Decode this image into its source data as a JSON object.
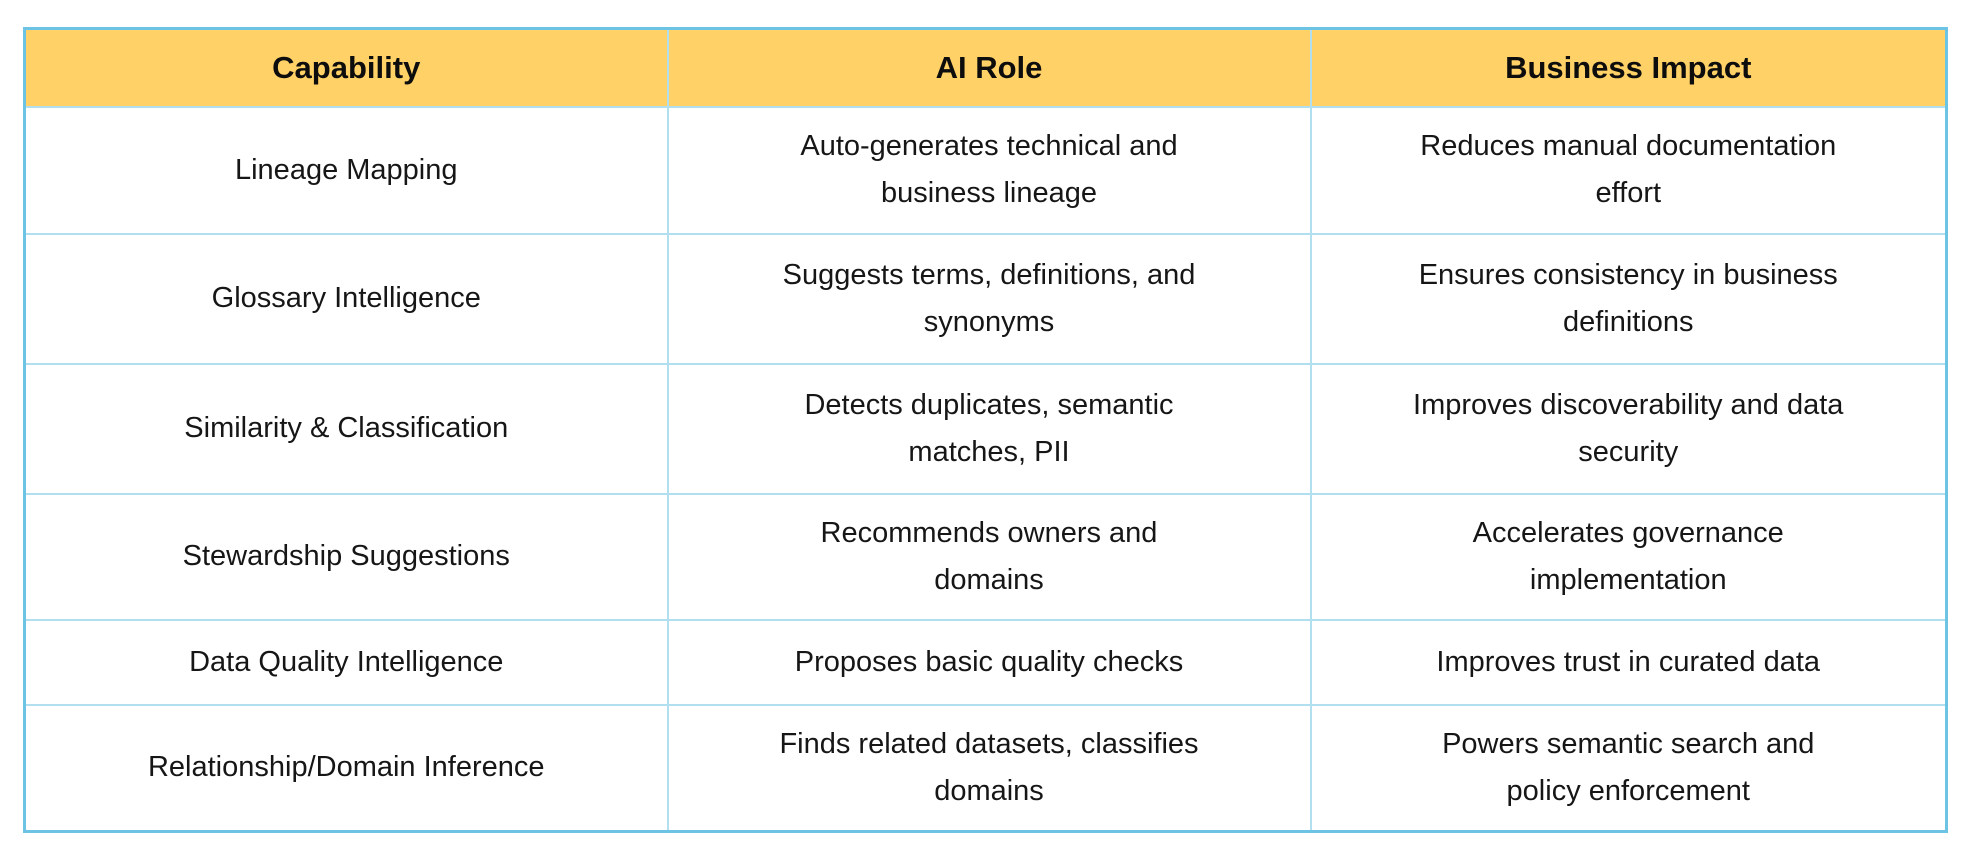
{
  "table": {
    "columns": [
      "Capability",
      "AI Role",
      "Business Impact"
    ],
    "rows": [
      {
        "capability": "Lineage Mapping",
        "ai_role": "Auto-generates technical and\nbusiness lineage",
        "business_impact": "Reduces manual documentation\neffort"
      },
      {
        "capability": "Glossary Intelligence",
        "ai_role": "Suggests terms, definitions, and\nsynonyms",
        "business_impact": "Ensures consistency in business\ndefinitions"
      },
      {
        "capability": "Similarity & Classification",
        "ai_role": "Detects duplicates, semantic\nmatches, PII",
        "business_impact": "Improves discoverability and data\nsecurity"
      },
      {
        "capability": "Stewardship Suggestions",
        "ai_role": "Recommends owners and\ndomains",
        "business_impact": "Accelerates governance\nimplementation"
      },
      {
        "capability": "Data Quality Intelligence",
        "ai_role": "Proposes basic quality checks",
        "business_impact": "Improves trust in curated data"
      },
      {
        "capability": "Relationship/Domain Inference",
        "ai_role": "Finds related datasets, classifies\ndomains",
        "business_impact": "Powers semantic search and\npolicy enforcement"
      }
    ],
    "colors": {
      "header_bg": "#FFD166",
      "outer_border": "#6CC3E4",
      "inner_border": "#B2DFF0",
      "text": "#161616"
    }
  }
}
